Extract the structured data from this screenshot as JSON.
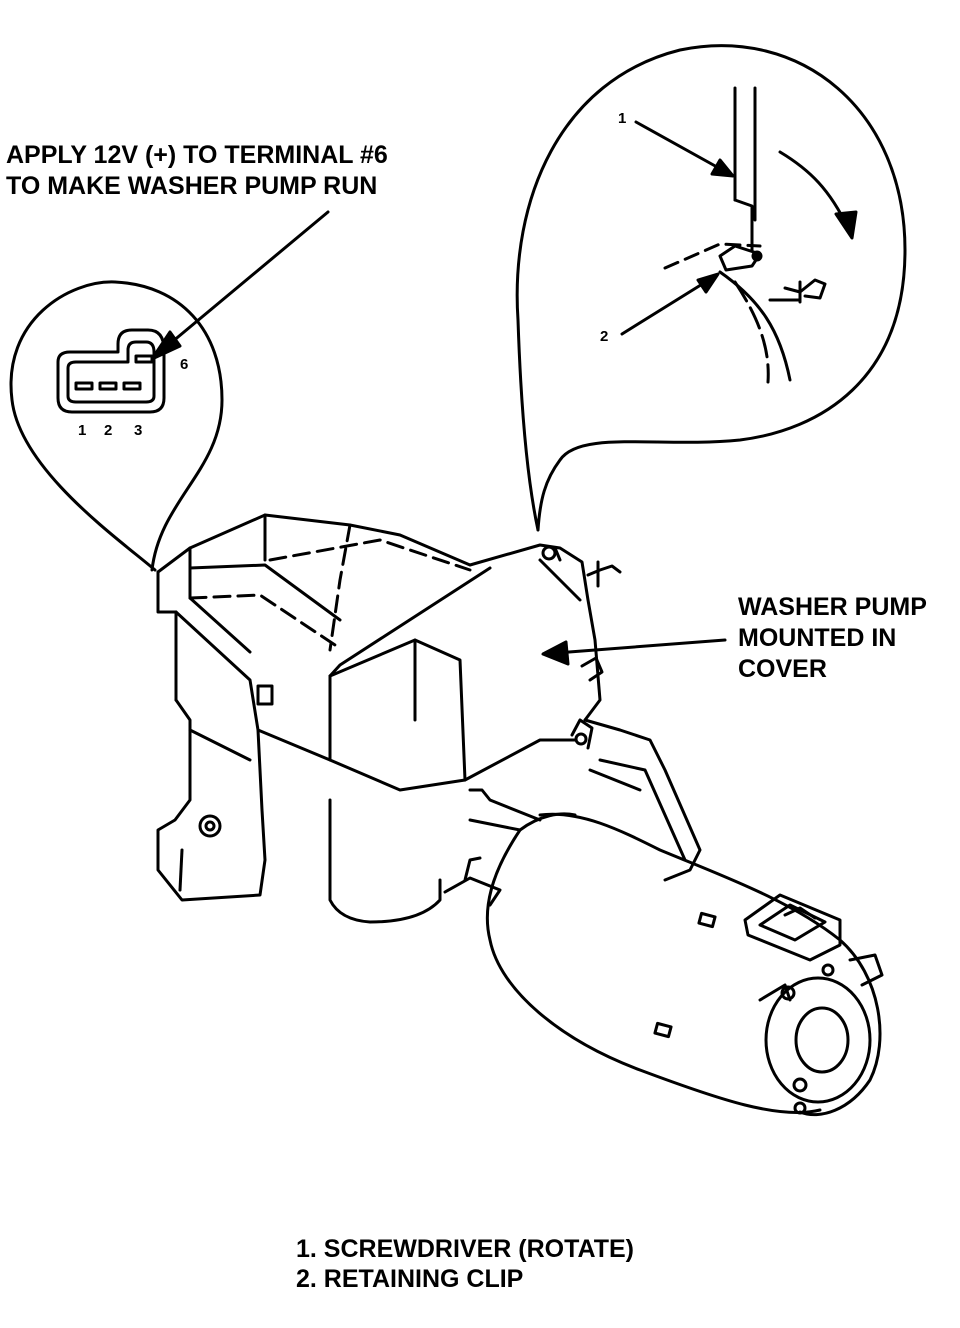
{
  "callout_left": {
    "line1": "APPLY 12V (+) TO TERMINAL #6",
    "line2": "TO MAKE WASHER PUMP RUN"
  },
  "connector": {
    "terminal_6": "6",
    "terminal_1": "1",
    "terminal_2": "2",
    "terminal_3": "3"
  },
  "detail_callouts": {
    "item_1": "1",
    "item_2": "2"
  },
  "callout_right": {
    "line1": "WASHER PUMP",
    "line2": "MOUNTED IN",
    "line3": "COVER"
  },
  "legend": [
    "1.  SCREWDRIVER (ROTATE)",
    "2.  RETAINING CLIP"
  ]
}
